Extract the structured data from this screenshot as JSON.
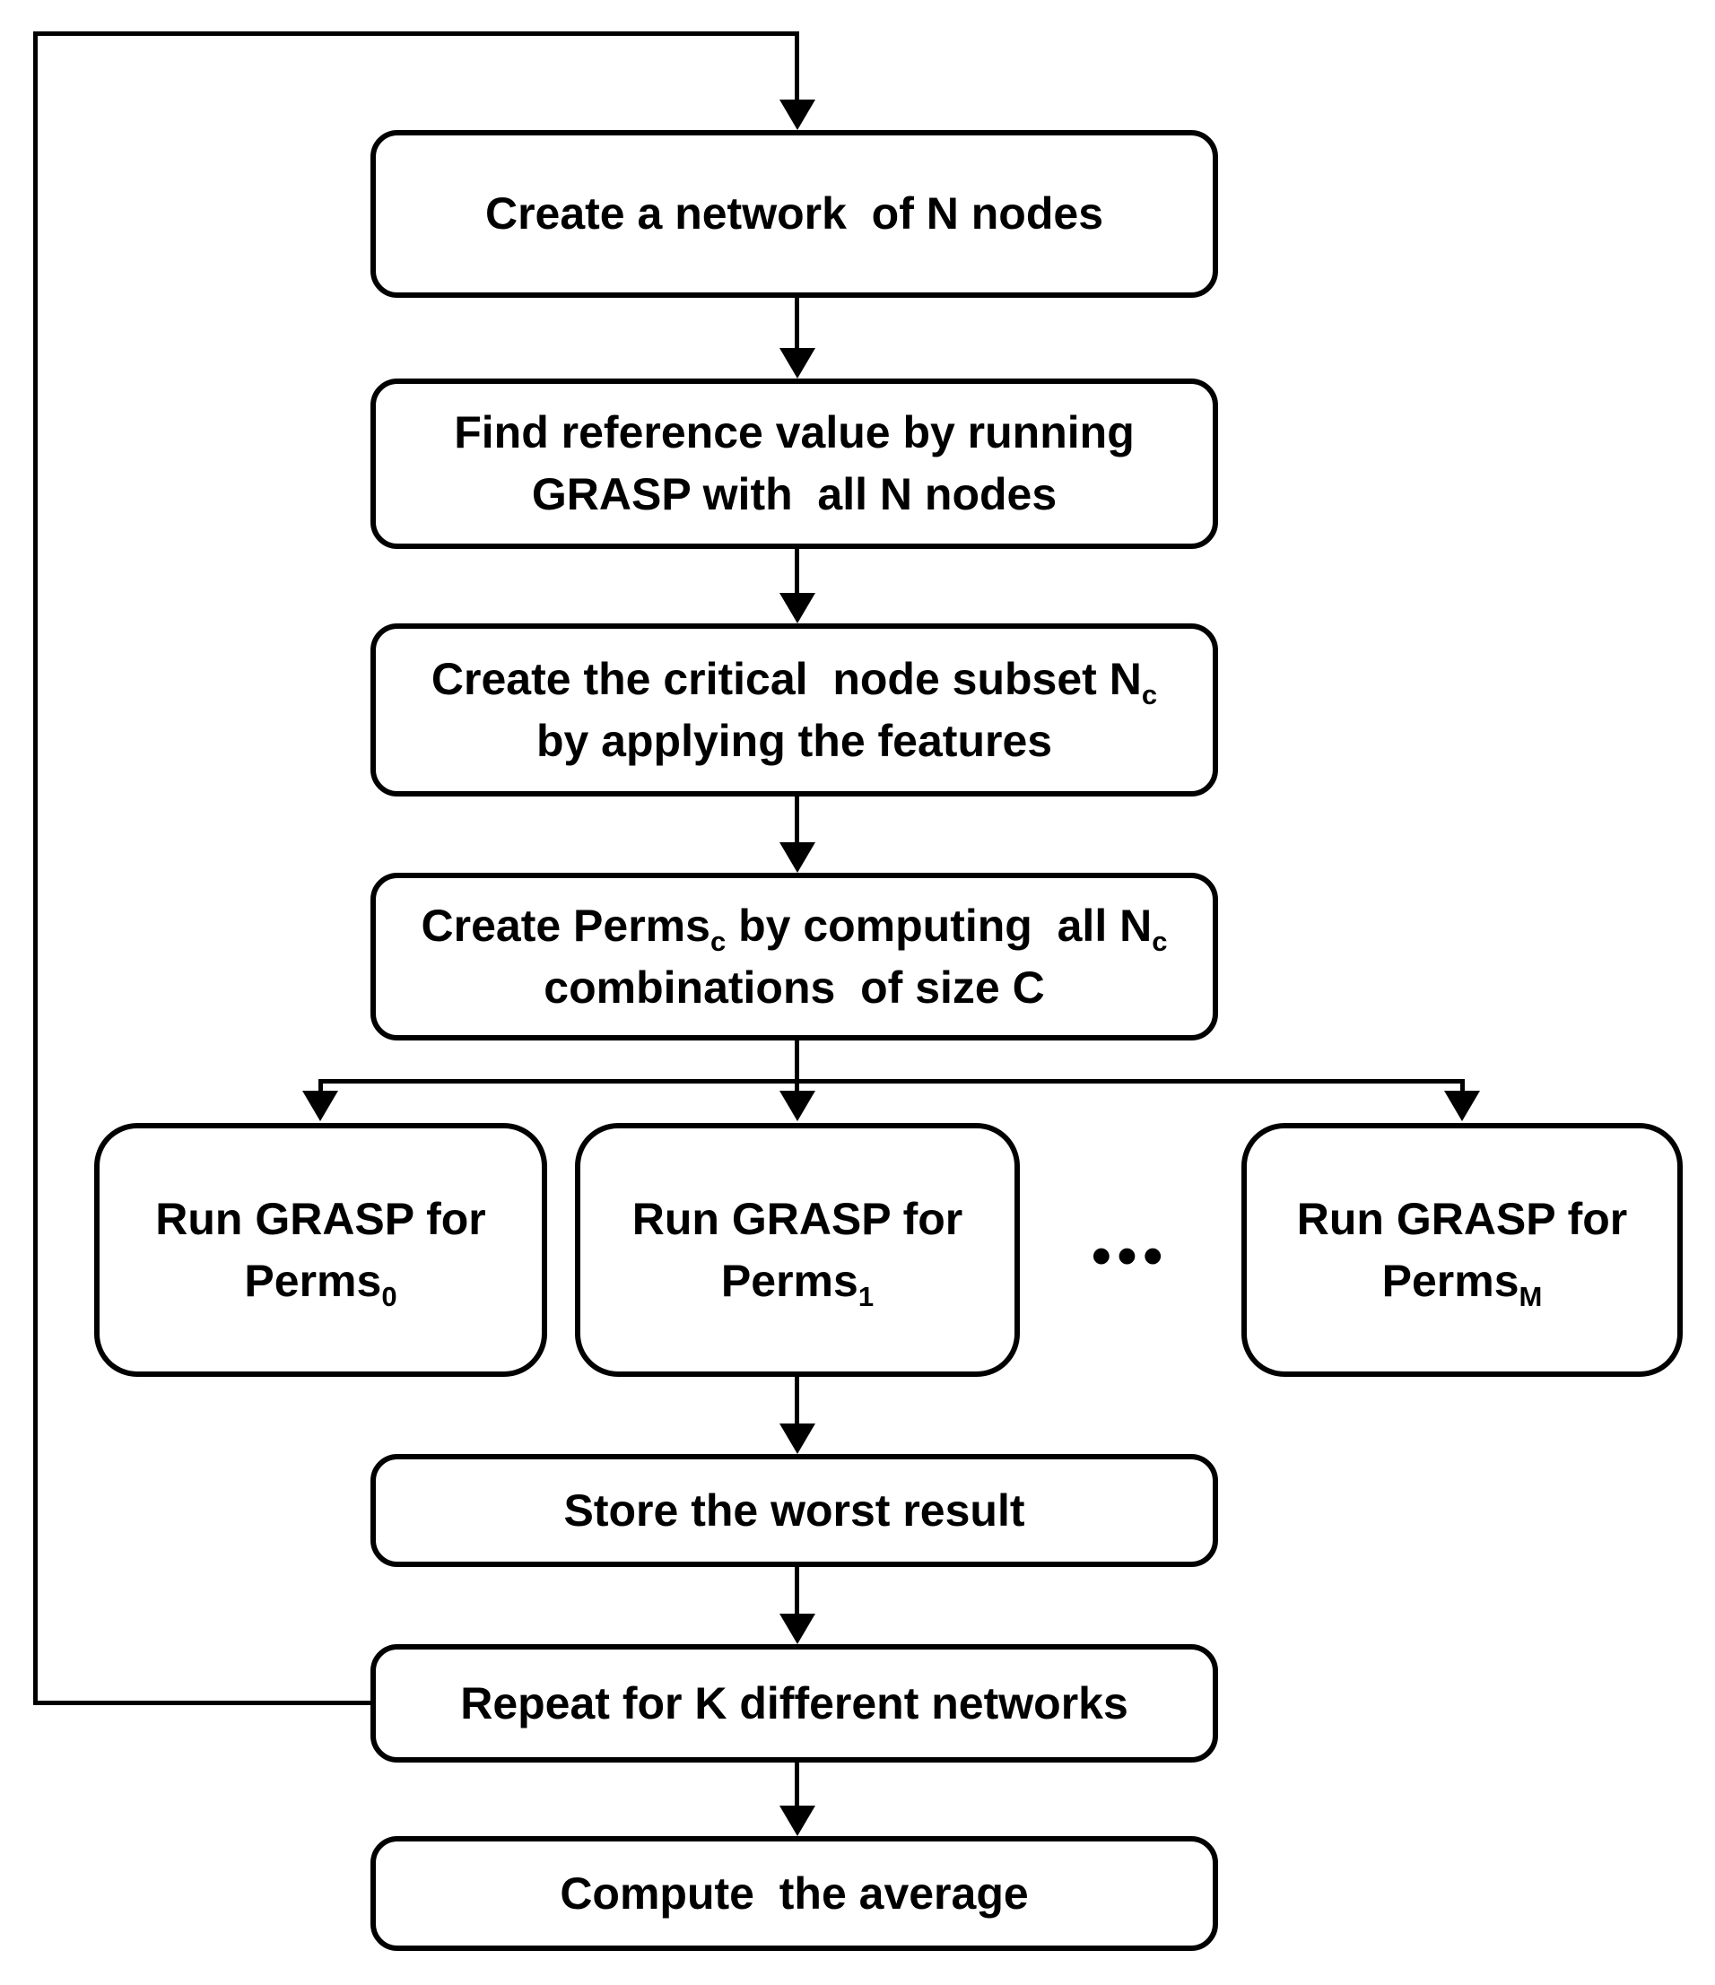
{
  "flowchart": {
    "colors": {
      "background": "#ffffff",
      "line": "#000000",
      "text": "#000000"
    },
    "ellipsis": "•••",
    "nodes": {
      "create_network": {
        "label": "Create a network  of N nodes"
      },
      "find_reference": {
        "line1": "Find reference value by running",
        "line2": "GRASP with  all N nodes"
      },
      "critical_subset": {
        "line1_text": "Create the critical  node subset N",
        "line1_sub": "c",
        "line2": "by applying the features"
      },
      "create_perms": {
        "line1_seg1": "Create Perms",
        "line1_sub1": "c",
        "line1_seg2": " by computing  all N",
        "line1_sub2": "c",
        "line2": "combinations  of size C"
      },
      "run_grasp_first": {
        "line1": "Run GRASP for",
        "line2_base": "Perms",
        "line2_sub": "0"
      },
      "run_grasp_second": {
        "line1": "Run GRASP for",
        "line2_base": "Perms",
        "line2_sub": "1"
      },
      "run_grasp_last": {
        "line1": "Run GRASP for",
        "line2_base": "Perms",
        "line2_sub": "M"
      },
      "store_worst": {
        "label": "Store the worst result"
      },
      "repeat_networks": {
        "label": "Repeat for K different networks"
      },
      "compute_average": {
        "label": "Compute  the average"
      }
    }
  }
}
